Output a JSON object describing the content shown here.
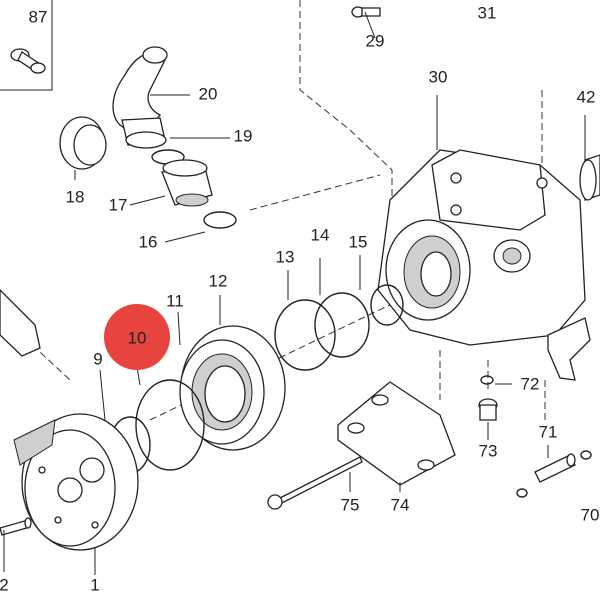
{
  "diagram": {
    "highlight_color": "#e8443f",
    "highlighted_part": "10",
    "labels": [
      "87",
      "31",
      "29",
      "20",
      "19",
      "30",
      "42",
      "18",
      "17",
      "16",
      "15",
      "13",
      "14",
      "12",
      "11",
      "10",
      "9",
      "72",
      "73",
      "71",
      "75",
      "74",
      "70",
      "1",
      "2"
    ]
  }
}
